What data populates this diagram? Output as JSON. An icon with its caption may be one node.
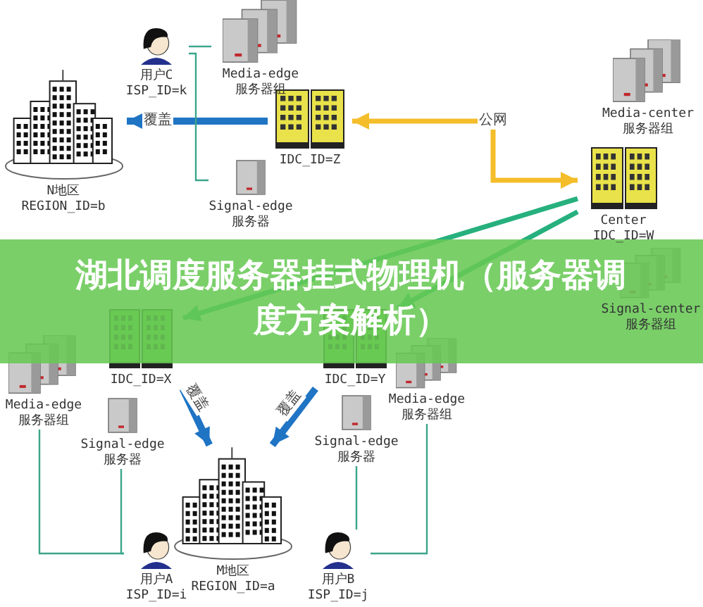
{
  "diagram": {
    "title": "湖北调度服务器挂式物理机（服务器调度方案解析）",
    "nodes": [
      {
        "text": [
          "N地区 REGION_ID=b"
        ]
      },
      {
        "text": [
          "用户C ISP_ID=k"
        ]
      },
      {
        "text": [
          "Media-edge 服务器组"
        ]
      },
      {
        "text": [
          "IDC_ID=Z"
        ]
      },
      {
        "text": [
          "Signal-edge 服务器"
        ]
      },
      {
        "text": [
          "Media-center 服务器组"
        ]
      },
      {
        "text": [
          "Center IDC_ID=W"
        ]
      },
      {
        "text": [
          "Signal-center 服务器组"
        ]
      },
      {
        "text": [
          "IDC_ID=X"
        ]
      },
      {
        "text": [
          "IDC_ID=Y"
        ]
      },
      {
        "text": [
          "Media-edge 服务器组"
        ]
      },
      {
        "text": [
          "Signal-edge 服务器"
        ]
      },
      {
        "text": [
          "Signal-edge 服务器"
        ]
      },
      {
        "text": [
          "Media-edge 服务器组"
        ]
      },
      {
        "text": [
          "M地区 REGION_ID=a"
        ]
      },
      {
        "text": [
          "用户A ISP_ID=i"
        ]
      },
      {
        "text": [
          "用户B ISP_ID=j"
        ]
      }
    ],
    "edges": [
      {
        "from": 3,
        "to": 0,
        "arrow": "to",
        "label": "覆盖",
        "style": "thick",
        "color": "#1f74c4"
      },
      {
        "from": 3,
        "to": 6,
        "arrow": "both",
        "label": "公网",
        "style": "thick",
        "color": "#f4bd2a"
      },
      {
        "from": 6,
        "to": 8,
        "arrow": "to",
        "style": "thick",
        "color": "#26b07e"
      },
      {
        "from": 6,
        "to": 9,
        "arrow": "to",
        "style": "thick",
        "color": "#26b07e"
      },
      {
        "from": 8,
        "to": 14,
        "arrow": "to",
        "label": "覆盖",
        "style": "thick",
        "color": "#1f74c4"
      },
      {
        "from": 9,
        "to": 14,
        "arrow": "to",
        "label": "覆盖",
        "style": "thick",
        "color": "#1f74c4"
      },
      {
        "from": 1,
        "to": 2,
        "arrow": "none"
      },
      {
        "from": 1,
        "to": 4,
        "arrow": "none"
      },
      {
        "from": 10,
        "to": 15,
        "arrow": "none"
      },
      {
        "from": 11,
        "to": 15,
        "arrow": "none"
      },
      {
        "from": 12,
        "to": 16,
        "arrow": "none"
      },
      {
        "from": 13,
        "to": 16,
        "arrow": "none"
      }
    ]
  }
}
